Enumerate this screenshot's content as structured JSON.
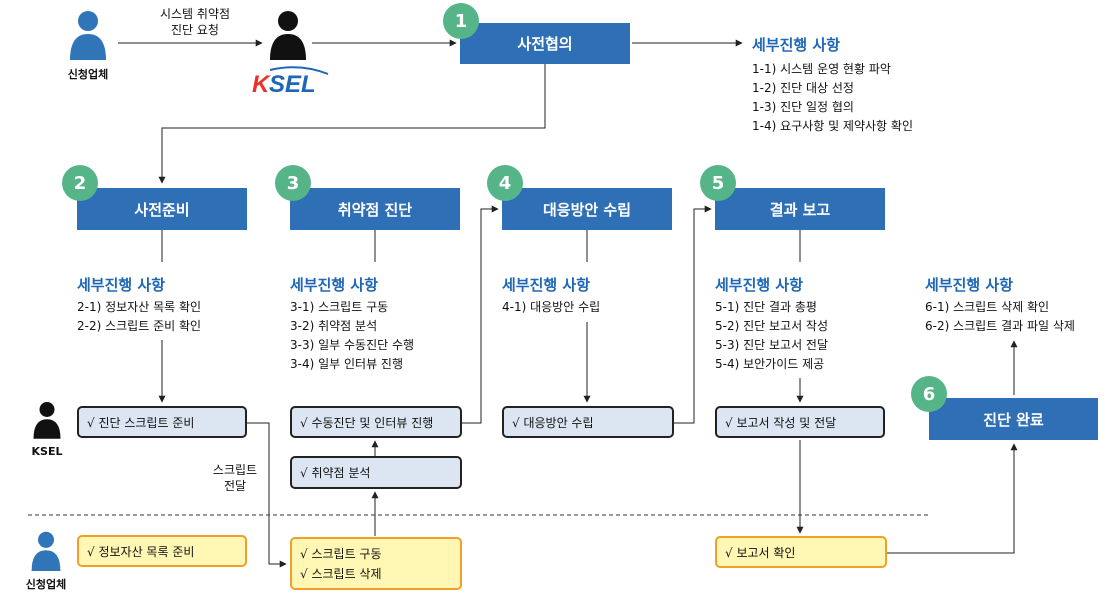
{
  "top": {
    "applicant_label": "신청업체",
    "request_label_1": "시스템 취약점",
    "request_label_2": "진단 요청",
    "ksel_logo": "KSEL"
  },
  "stages": [
    {
      "num": "1",
      "title": "사전협의",
      "detail_title": "세부진행 사항",
      "items": [
        "1-1) 시스템 운영 현황 파악",
        "1-2) 진단 대상 선정",
        "1-3) 진단 일정 협의",
        "1-4) 요구사항 및 제약사항 확인"
      ]
    },
    {
      "num": "2",
      "title": "사전준비",
      "detail_title": "세부진행 사항",
      "items": [
        "2-1) 정보자산 목록 확인",
        "2-2) 스크립트 준비 확인"
      ]
    },
    {
      "num": "3",
      "title": "취약점 진단",
      "detail_title": "세부진행 사항",
      "items": [
        "3-1) 스크립트 구동",
        "3-2) 취약점 분석",
        "3-3) 일부 수동진단 수행",
        "3-4) 일부 인터뷰 진행"
      ]
    },
    {
      "num": "4",
      "title": "대응방안 수립",
      "detail_title": "세부진행 사항",
      "items": [
        "4-1) 대응방안 수립"
      ]
    },
    {
      "num": "5",
      "title": "결과 보고",
      "detail_title": "세부진행 사항",
      "items": [
        "5-1) 진단 결과 총평",
        "5-2) 진단 보고서 작성",
        "5-3) 진단 보고서 전달",
        "5-4) 보안가이드 제공"
      ]
    },
    {
      "num": "6",
      "title": "진단 완료",
      "detail_title": "세부진행 사항",
      "items": [
        "6-1) 스크립트 삭제 확인",
        "6-2) 스크립트 결과 파일 삭제"
      ]
    }
  ],
  "ksel_tasks": {
    "t2": "√ 진단 스크립트 준비",
    "t3a": "√ 수동진단 및 인터뷰 진행",
    "t3b": "√ 취약점 분석",
    "t4": "√ 대응방안 수립",
    "t5": "√ 보고서 작성 및 전달"
  },
  "applicant_tasks": {
    "a2": "√ 정보자산 목록 준비",
    "a3_1": "√ 스크립트 구동",
    "a3_2": "√ 스크립트 삭제",
    "a5": "√ 보고서 확인"
  },
  "lane_labels": {
    "ksel": "KSEL",
    "applicant": "신청업체"
  },
  "transfer_label_1": "스크립트",
  "transfer_label_2": "전달",
  "colors": {
    "stage_blue": "#2f6fb5",
    "badge_green": "#55b488",
    "detail_title_blue": "#1f67b6",
    "task_blue_bg": "#dce6f3",
    "task_yellow_bg": "#fff7b3",
    "task_yellow_border": "#f0a02a",
    "person_blue": "#2f75b8",
    "person_black": "#111111",
    "logo_red": "#e8332a",
    "logo_blue": "#1f67b6"
  }
}
